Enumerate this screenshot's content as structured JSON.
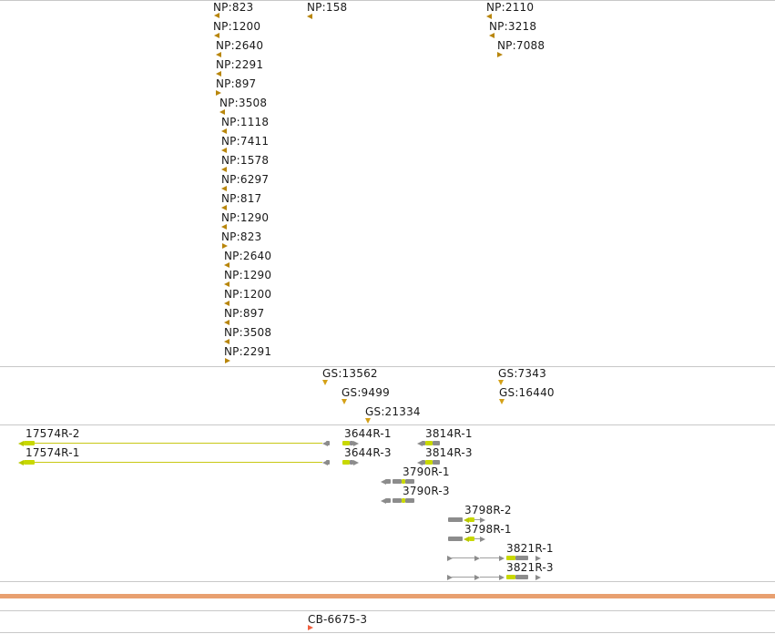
{
  "colors": {
    "np_marker": "#b8860b",
    "gs_marker": "#d4a017",
    "gene_gray": "#8c8c8c",
    "gene_yellow": "#c8d800",
    "scaffold": "#e8a070",
    "sv_marker": "#f06040"
  },
  "np_track": [
    {
      "label": "NP:823",
      "dir": "left"
    },
    {
      "label": "NP:158",
      "dir": "left"
    },
    {
      "label": "NP:2110",
      "dir": "left"
    },
    {
      "label": "NP:1200",
      "dir": "left"
    },
    {
      "label": "NP:3218",
      "dir": "left"
    },
    {
      "label": "NP:2640",
      "dir": "left"
    },
    {
      "label": "NP:7088",
      "dir": "right"
    },
    {
      "label": "NP:2291",
      "dir": "left"
    },
    {
      "label": "NP:897",
      "dir": "right"
    },
    {
      "label": "NP:3508",
      "dir": "left"
    },
    {
      "label": "NP:1118",
      "dir": "left"
    },
    {
      "label": "NP:7411",
      "dir": "left"
    },
    {
      "label": "NP:1578",
      "dir": "left"
    },
    {
      "label": "NP:6297",
      "dir": "left"
    },
    {
      "label": "NP:817",
      "dir": "left"
    },
    {
      "label": "NP:1290",
      "dir": "left"
    },
    {
      "label": "NP:823",
      "dir": "right"
    },
    {
      "label": "NP:2640",
      "dir": "left"
    },
    {
      "label": "NP:1290",
      "dir": "left"
    },
    {
      "label": "NP:1200",
      "dir": "left"
    },
    {
      "label": "NP:897",
      "dir": "left"
    },
    {
      "label": "NP:3508",
      "dir": "left"
    },
    {
      "label": "NP:2291",
      "dir": "right"
    }
  ],
  "gs_track": [
    {
      "label": "GS:13562"
    },
    {
      "label": "GS:7343"
    },
    {
      "label": "GS:9499"
    },
    {
      "label": "GS:16440"
    },
    {
      "label": "GS:21334"
    }
  ],
  "transcripts": [
    {
      "label": "17574R-2"
    },
    {
      "label": "17574R-1"
    },
    {
      "label": "3644R-1"
    },
    {
      "label": "3644R-3"
    },
    {
      "label": "3814R-1"
    },
    {
      "label": "3814R-3"
    },
    {
      "label": "3790R-1"
    },
    {
      "label": "3790R-3"
    },
    {
      "label": "3798R-2"
    },
    {
      "label": "3798R-1"
    },
    {
      "label": "3821R-1"
    },
    {
      "label": "3821R-3"
    }
  ],
  "sv_track": [
    {
      "label": "CB-6675-3"
    }
  ]
}
